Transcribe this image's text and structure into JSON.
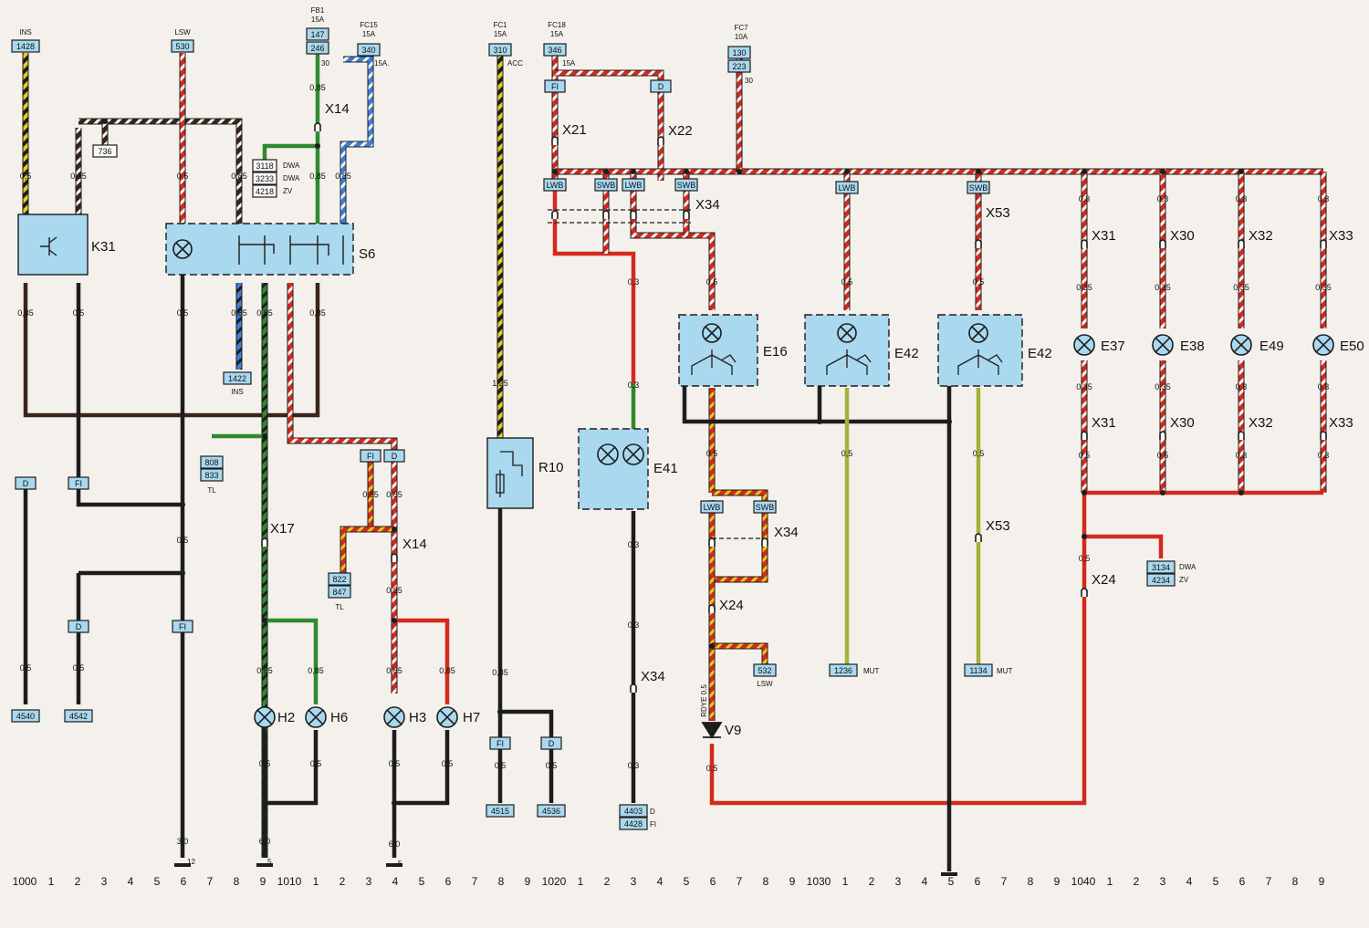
{
  "colors": {
    "paper": "#f4f1ec",
    "wire_red": "#d42a1e",
    "wire_black": "#1d1d1d",
    "wire_brown": "#3a2519",
    "wire_green": "#2f8a2f",
    "wire_yellow": "#e6cc20",
    "wire_olive": "#a2b33a",
    "wire_blue": "#3d7fd6",
    "wire_white": "#f8f8f8",
    "box_fill": "#a9d8ef"
  },
  "supplies": [
    {
      "name": "INS",
      "refs": [
        "1428"
      ]
    },
    {
      "name": "LSW",
      "refs": [
        "530"
      ]
    },
    {
      "name": "FB1",
      "rating": "15A",
      "refs": [
        "147",
        "246"
      ],
      "pin": "30"
    },
    {
      "name": "FC15",
      "rating": "15A",
      "refs": [
        "340"
      ],
      "pin": "15A."
    },
    {
      "name": "FC1",
      "rating": "15A",
      "refs": [
        "310"
      ],
      "pin": "ACC"
    },
    {
      "name": "FC18",
      "rating": "15A",
      "refs": [
        "346"
      ],
      "pin": "15A"
    },
    {
      "name": "FC7",
      "rating": "10A",
      "refs": [
        "130",
        "223"
      ],
      "pin": "30"
    }
  ],
  "components": [
    {
      "id": "K31"
    },
    {
      "id": "S6"
    },
    {
      "id": "R10"
    },
    {
      "id": "E41"
    },
    {
      "id": "E16"
    },
    {
      "id": "E42"
    },
    {
      "id": "E42"
    },
    {
      "id": "E37"
    },
    {
      "id": "E38"
    },
    {
      "id": "E49"
    },
    {
      "id": "E50"
    },
    {
      "id": "H2"
    },
    {
      "id": "H6"
    },
    {
      "id": "H3"
    },
    {
      "id": "H7"
    },
    {
      "id": "V9"
    }
  ],
  "connectors": [
    "X14",
    "X21",
    "X22",
    "X34",
    "X53",
    "X31",
    "X30",
    "X32",
    "X33",
    "X17",
    "X14",
    "X34",
    "X24",
    "X53",
    "X31",
    "X30",
    "X32",
    "X33",
    "X24",
    "X34"
  ],
  "variant_refs": [
    {
      "ref": "3118",
      "tag": "DWA"
    },
    {
      "ref": "3233",
      "tag": "DWA"
    },
    {
      "ref": "4218",
      "tag": "ZV"
    },
    {
      "ref": "3134",
      "tag": "DWA"
    },
    {
      "ref": "4234",
      "tag": "ZV"
    }
  ],
  "terminal_refs": [
    "736",
    "1422",
    "808",
    "833",
    "822",
    "847",
    "532",
    "1236",
    "1134",
    "4540",
    "4542",
    "4515",
    "4536",
    "4403",
    "4428"
  ],
  "terminal_tags": [
    "INS",
    "TL",
    "TL",
    "LSW",
    "MUT",
    "MUT",
    "D",
    "FI"
  ],
  "variant_codes": [
    "FI",
    "D",
    "LWB",
    "SWB"
  ],
  "wire_note": "RDYE 0,5",
  "wire_sizes": [
    "0,5",
    "0,85",
    "0,3",
    "0,35",
    "1,25",
    "3,0",
    "6,0"
  ],
  "ground_pins": [
    "12",
    "5",
    "5"
  ],
  "grid_ruler": [
    "1000",
    "1",
    "2",
    "3",
    "4",
    "5",
    "6",
    "7",
    "8",
    "9",
    "1010",
    "1",
    "2",
    "3",
    "4",
    "5",
    "6",
    "7",
    "8",
    "9",
    "1020",
    "1",
    "2",
    "3",
    "4",
    "5",
    "6",
    "7",
    "8",
    "9",
    "1030",
    "1",
    "2",
    "3",
    "4",
    "5",
    "6",
    "7",
    "8",
    "9",
    "1040",
    "1",
    "2",
    "3",
    "4",
    "5",
    "6",
    "7",
    "8",
    "9"
  ]
}
